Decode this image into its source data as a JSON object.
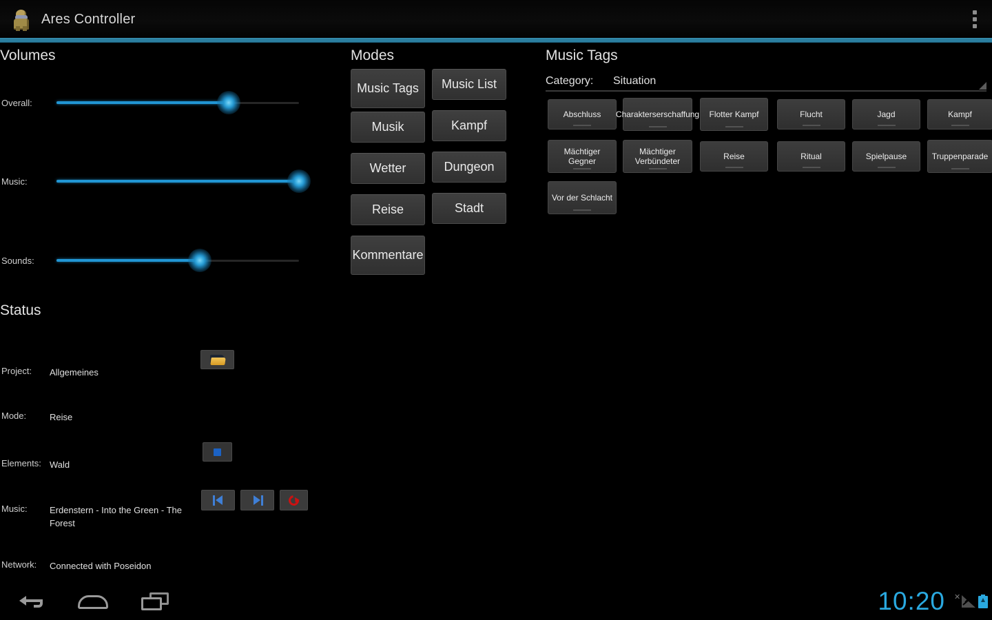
{
  "titlebar": {
    "app_name": "Ares Controller",
    "app_icon": "warrior-avatar-icon",
    "overflow_icon": "overflow-menu-icon"
  },
  "volumes": {
    "heading": "Volumes",
    "sliders": [
      {
        "label": "Overall:",
        "value_pct": 71
      },
      {
        "label": "Music:",
        "value_pct": 100
      },
      {
        "label": "Sounds:",
        "value_pct": 59
      }
    ]
  },
  "status": {
    "heading": "Status",
    "rows": [
      {
        "label": "Project:",
        "value": "Allgemeines"
      },
      {
        "label": "Mode:",
        "value": "Reise"
      },
      {
        "label": "Elements:",
        "value": "Wald"
      },
      {
        "label": "Music:",
        "value": "Erdenstern - Into the Green - The Forest"
      },
      {
        "label": "Network:",
        "value": "Connected with Poseidon"
      }
    ],
    "project_button_icon": "folder-open-icon",
    "elements_button_icon": "blue-square-icon",
    "media_buttons": [
      {
        "icon": "skip-previous-icon"
      },
      {
        "icon": "skip-next-icon"
      },
      {
        "icon": "reload-icon"
      }
    ]
  },
  "modes": {
    "heading": "Modes",
    "buttons": [
      "Music Tags",
      "Music List",
      "Musik",
      "Kampf",
      "Wetter",
      "Dungeon",
      "Reise",
      "Stadt",
      "Kommentare"
    ]
  },
  "music_tags": {
    "heading": "Music Tags",
    "category_label": "Category:",
    "category_value": "Situation",
    "tags": [
      "Abschluss",
      "Charakterserschaffung",
      "Flotter Kampf",
      "Flucht",
      "Jagd",
      "Kampf",
      "Mächtiger Gegner",
      "Mächtiger Verbündeter",
      "Reise",
      "Ritual",
      "Spielpause",
      "Truppenparade",
      "Vor der Schlacht"
    ]
  },
  "navbar": {
    "back_icon": "back-icon",
    "home_icon": "home-icon",
    "recents_icon": "recents-icon",
    "clock": "10:20",
    "signal_icon": "signal-no-service-icon",
    "battery_icon": "battery-charging-icon"
  },
  "colors": {
    "accent": "#2b7fa0",
    "slider": "#2196d4",
    "clock": "#2aa9e0",
    "button_face": "#383838"
  }
}
